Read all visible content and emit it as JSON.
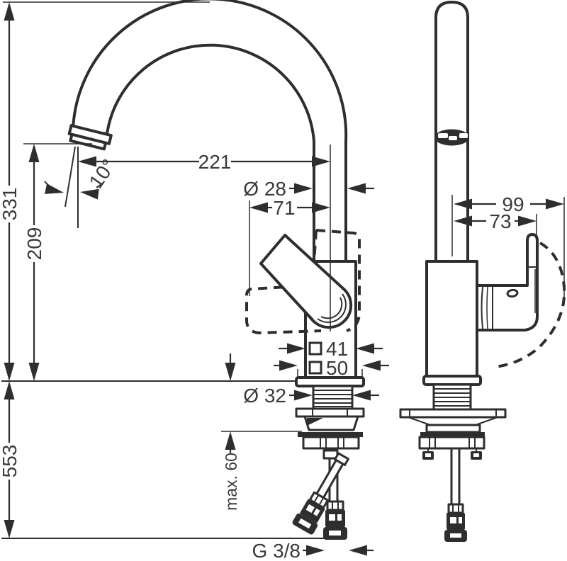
{
  "drawing": {
    "type": "technical-dimension-drawing",
    "background": "#ffffff",
    "line_color": "#2e2e2e",
    "text_color": "#3a3a3a",
    "views": {
      "side_view": "kitchen faucet side view with curved swivel spout, lever handle, base, tailpiece and two supply hoses",
      "front_view": "kitchen faucet front view with riser pipe, aerator outlet, body, side lever handle, mounting hardware and supply hose"
    }
  },
  "dimensions": {
    "spout_reach": {
      "label": "221"
    },
    "spout_pipe_diameter": {
      "label": "Ø 28"
    },
    "handle_to_center": {
      "label": "71"
    },
    "total_height": {
      "label": "331"
    },
    "spout_height": {
      "label": "209"
    },
    "below_deck_height": {
      "label": "553"
    },
    "spray_angle": {
      "label": "10°"
    },
    "body_square": {
      "symbol": "□",
      "label": "41"
    },
    "base_square": {
      "symbol": "□",
      "label": "50"
    },
    "shank_diameter": {
      "label": "Ø 32"
    },
    "max_deck_thickness": {
      "label": "max. 60"
    },
    "supply_thread": {
      "label": "G 3/8"
    },
    "swivel_reach": {
      "label": "99"
    },
    "handle_reach": {
      "label": "73"
    }
  }
}
